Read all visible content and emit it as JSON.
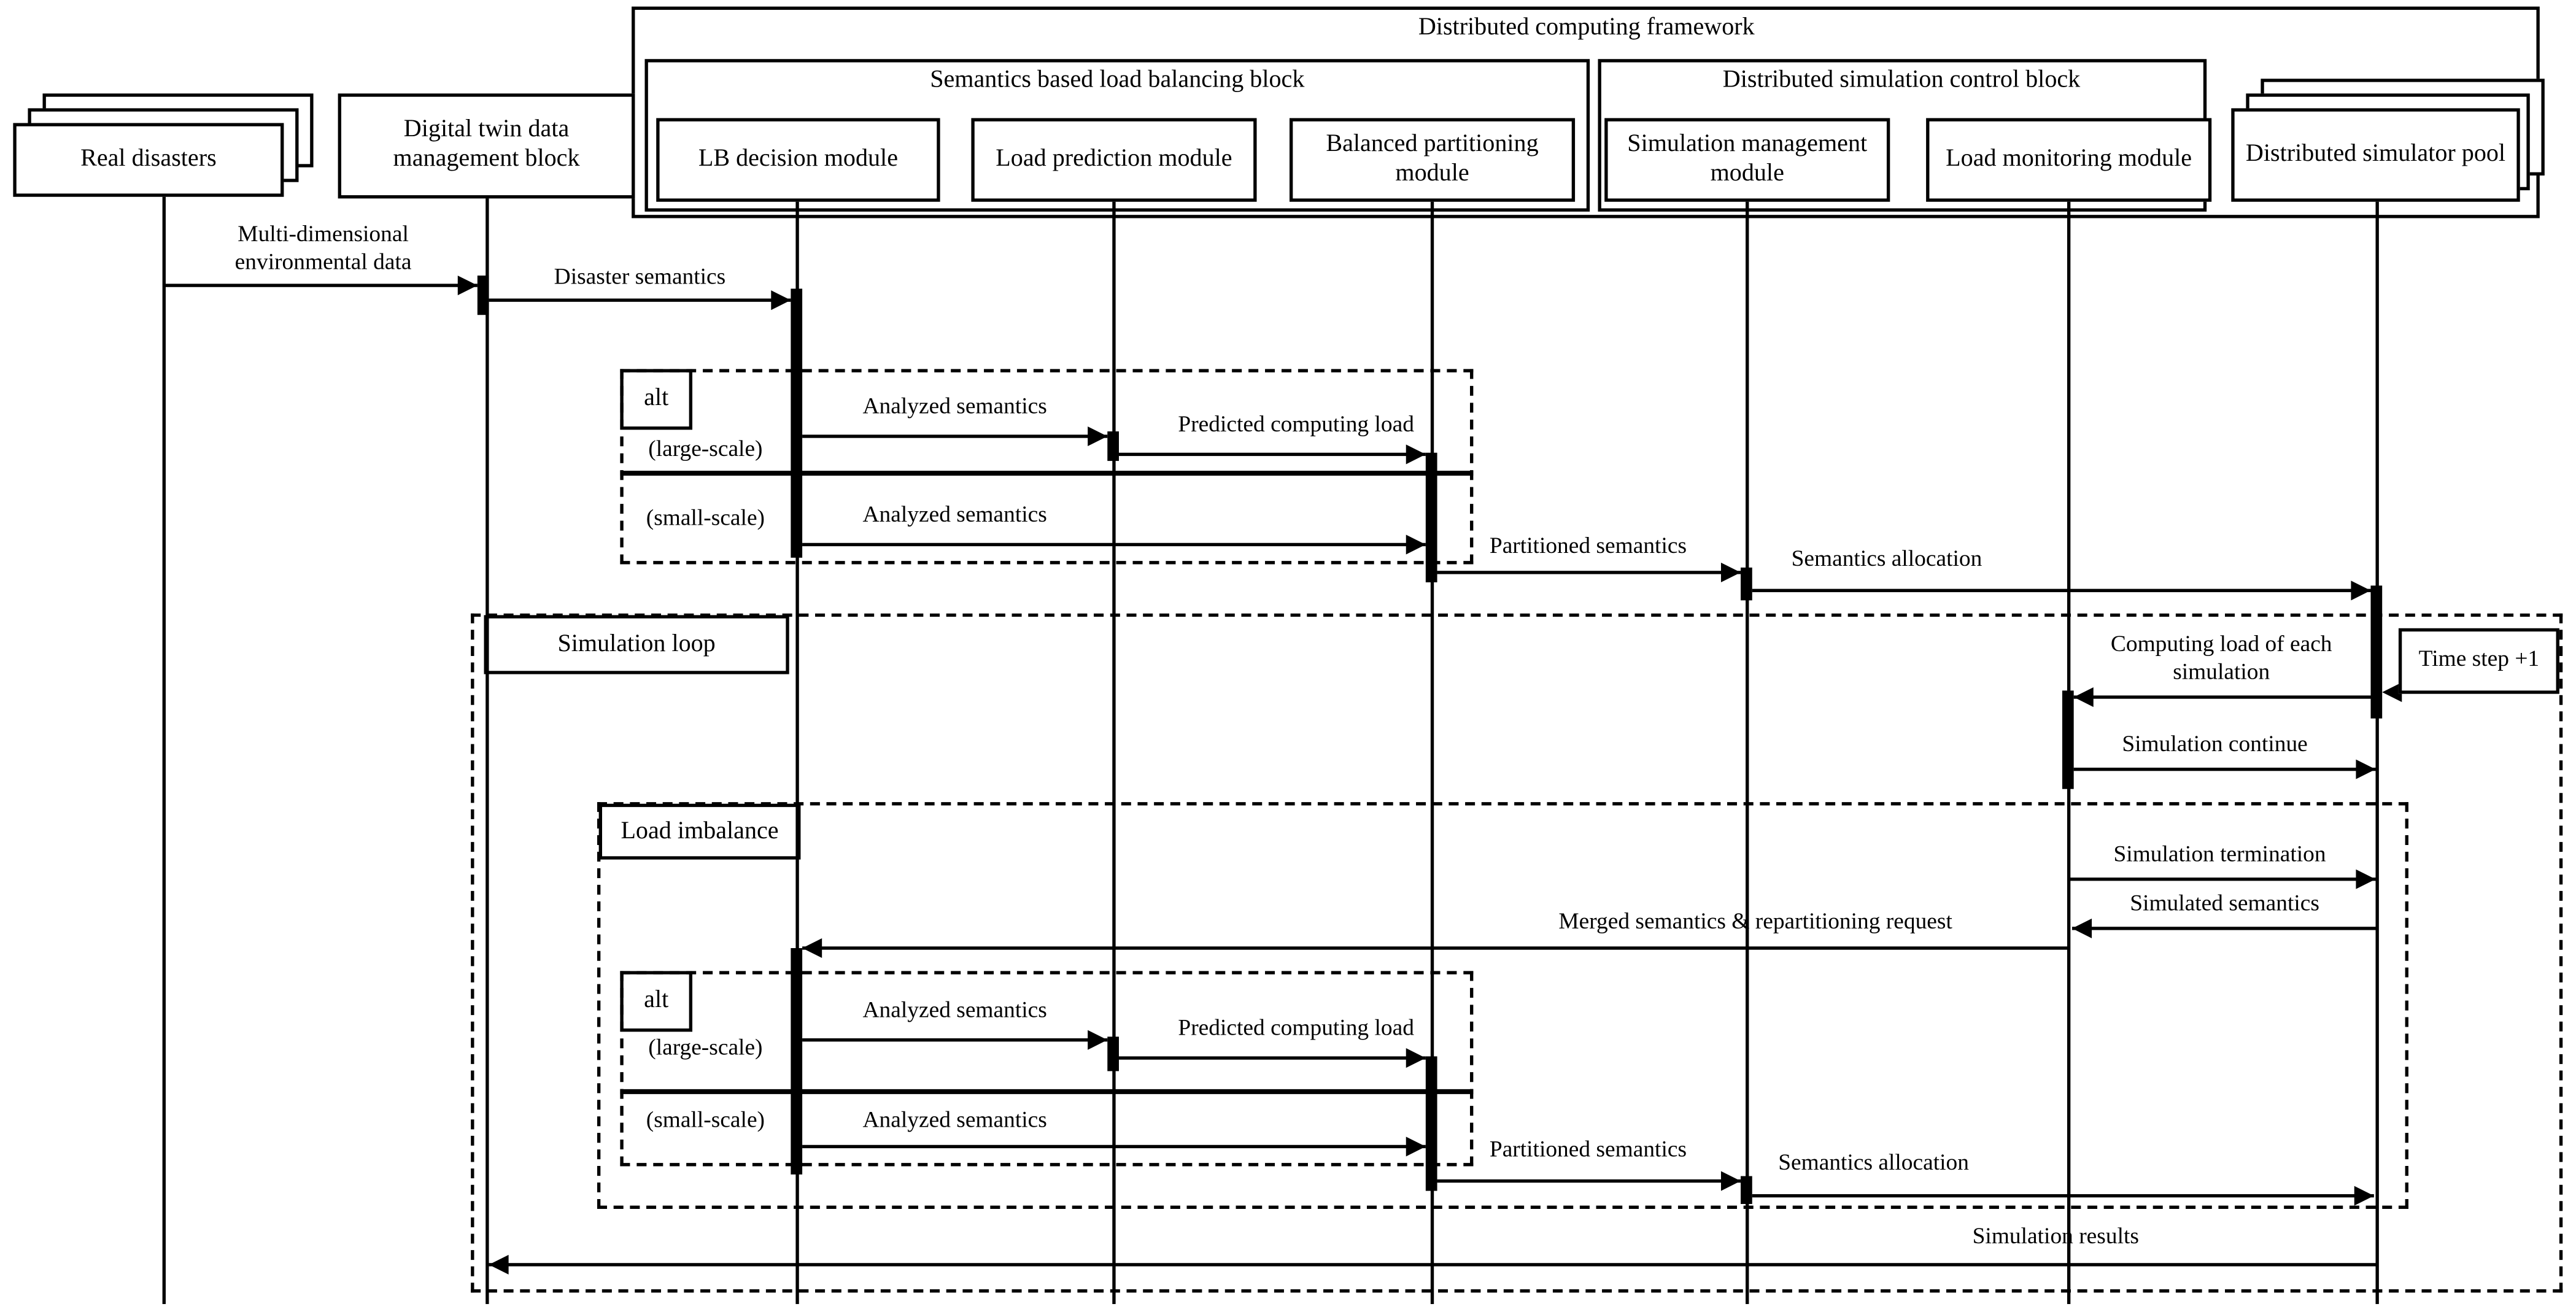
{
  "colors": {
    "ink": "#000000",
    "background": "#ffffff"
  },
  "titles": {
    "framework": "Distributed computing framework",
    "lb_block": "Semantics based load balancing block",
    "control_block": "Distributed simulation control block"
  },
  "actors": {
    "real_disasters": "Real disasters",
    "digital_twin": "Digital twin data management block",
    "lb_decision": "LB decision module",
    "load_prediction": "Load prediction module",
    "balanced_partitioning": "Balanced partitioning module",
    "simulation_management": "Simulation management module",
    "load_monitoring": "Load monitoring module",
    "simulator_pool": "Distributed simulator pool"
  },
  "fragments": {
    "loop_label": "Simulation loop",
    "imbalance_label": "Load imbalance",
    "alt_operator": "alt",
    "guard_large": "(large-scale)",
    "guard_small": "(small-scale)"
  },
  "messages": {
    "multi_env": "Multi-dimensional environmental data",
    "disaster": "Disaster semantics",
    "analyzed": "Analyzed semantics",
    "predicted": "Predicted computing load",
    "partitioned": "Partitioned semantics",
    "allocation": "Semantics allocation",
    "time_step": "Time step +1",
    "computing_load": "Computing load of each simulation",
    "sim_continue": "Simulation continue",
    "sim_termination": "Simulation termination",
    "simulated": "Simulated semantics",
    "merged": "Merged semantics & repartitioning request",
    "results": "Simulation results"
  }
}
